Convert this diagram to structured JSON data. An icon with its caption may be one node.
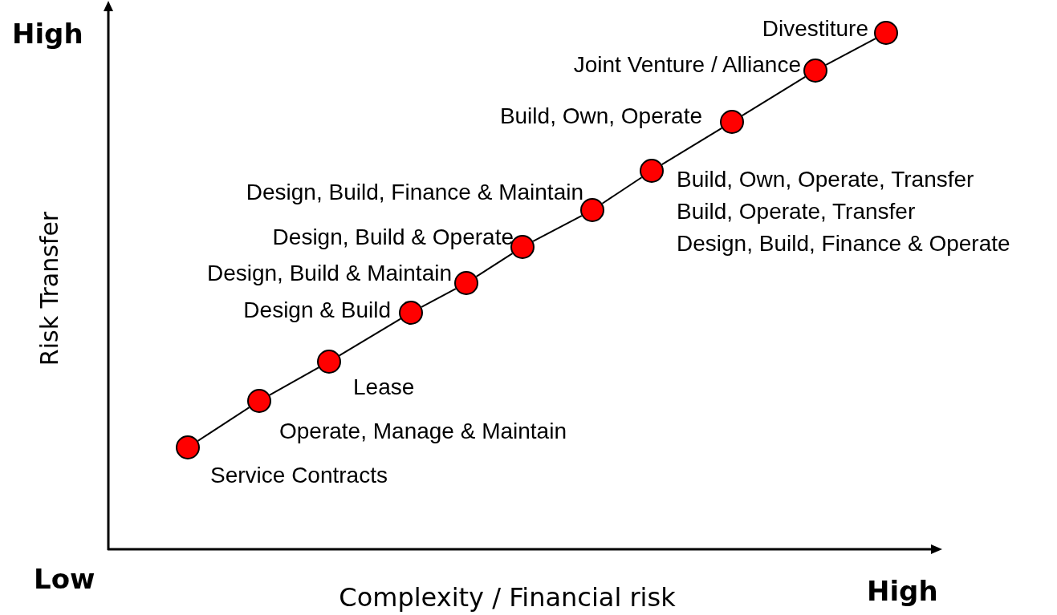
{
  "diagram": {
    "nodes": [
      {
        "text": [],
        "shape": "circle",
        "beside": [
          "Service Contracts"
        ]
      },
      {
        "text": [],
        "shape": "circle",
        "beside": [
          "Operate, Manage & Maintain"
        ]
      },
      {
        "text": [],
        "shape": "circle",
        "beside": [
          "Lease"
        ]
      },
      {
        "text": [],
        "shape": "circle",
        "beside": [
          "Design & Build"
        ]
      },
      {
        "text": [],
        "shape": "circle",
        "beside": [
          "Design, Build & Maintain"
        ]
      },
      {
        "text": [],
        "shape": "circle",
        "beside": [
          "Design, Build & Operate"
        ]
      },
      {
        "text": [],
        "shape": "circle",
        "beside": [
          "Design, Build, Finance & Maintain"
        ]
      },
      {
        "text": [],
        "shape": "circle",
        "beside": [
          "Build, Own, Operate, Transfer",
          "Build, Operate, Transfer",
          "Design, Build, Finance & Operate"
        ]
      },
      {
        "text": [],
        "shape": "circle",
        "beside": [
          "Build, Own, Operate"
        ]
      },
      {
        "text": [],
        "shape": "circle",
        "beside": [
          "Joint Venture / Alliance"
        ]
      },
      {
        "text": [],
        "shape": "circle",
        "beside": [
          "Divestiture"
        ]
      }
    ],
    "edges": [
      {
        "from": 0,
        "to": 1,
        "arrow": "none"
      },
      {
        "from": 1,
        "to": 2,
        "arrow": "none"
      },
      {
        "from": 2,
        "to": 3,
        "arrow": "none"
      },
      {
        "from": 3,
        "to": 4,
        "arrow": "none"
      },
      {
        "from": 4,
        "to": 5,
        "arrow": "none"
      },
      {
        "from": 5,
        "to": 6,
        "arrow": "none"
      },
      {
        "from": 6,
        "to": 7,
        "arrow": "none"
      },
      {
        "from": 7,
        "to": 8,
        "arrow": "none"
      },
      {
        "from": 8,
        "to": 9,
        "arrow": "none"
      },
      {
        "from": 9,
        "to": 10,
        "arrow": "none"
      }
    ],
    "labels": [
      "High",
      "Risk Transfer",
      "Low",
      "Complexity / Financial risk",
      "High"
    ]
  }
}
